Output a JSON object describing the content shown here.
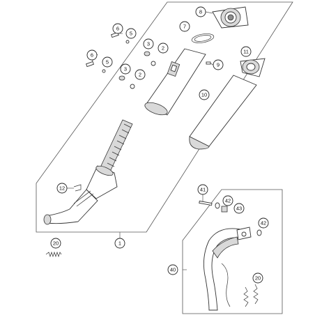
{
  "callouts": [
    {
      "id": "c8",
      "label": "8"
    },
    {
      "id": "c7",
      "label": "7"
    },
    {
      "id": "c6a",
      "label": "6"
    },
    {
      "id": "c5a",
      "label": "5"
    },
    {
      "id": "c3a",
      "label": "3"
    },
    {
      "id": "c2a",
      "label": "2"
    },
    {
      "id": "c6b",
      "label": "6"
    },
    {
      "id": "c5b",
      "label": "5"
    },
    {
      "id": "c3b",
      "label": "3"
    },
    {
      "id": "c2b",
      "label": "2"
    },
    {
      "id": "c9",
      "label": "9"
    },
    {
      "id": "c11",
      "label": "11"
    },
    {
      "id": "c10",
      "label": "10"
    },
    {
      "id": "c12",
      "label": "12"
    },
    {
      "id": "c1",
      "label": "1"
    },
    {
      "id": "c20a",
      "label": "20"
    },
    {
      "id": "c41",
      "label": "41"
    },
    {
      "id": "c42a",
      "label": "42"
    },
    {
      "id": "c43",
      "label": "43"
    },
    {
      "id": "c42b",
      "label": "42"
    },
    {
      "id": "c40",
      "label": "40"
    },
    {
      "id": "c20b",
      "label": "20"
    }
  ]
}
